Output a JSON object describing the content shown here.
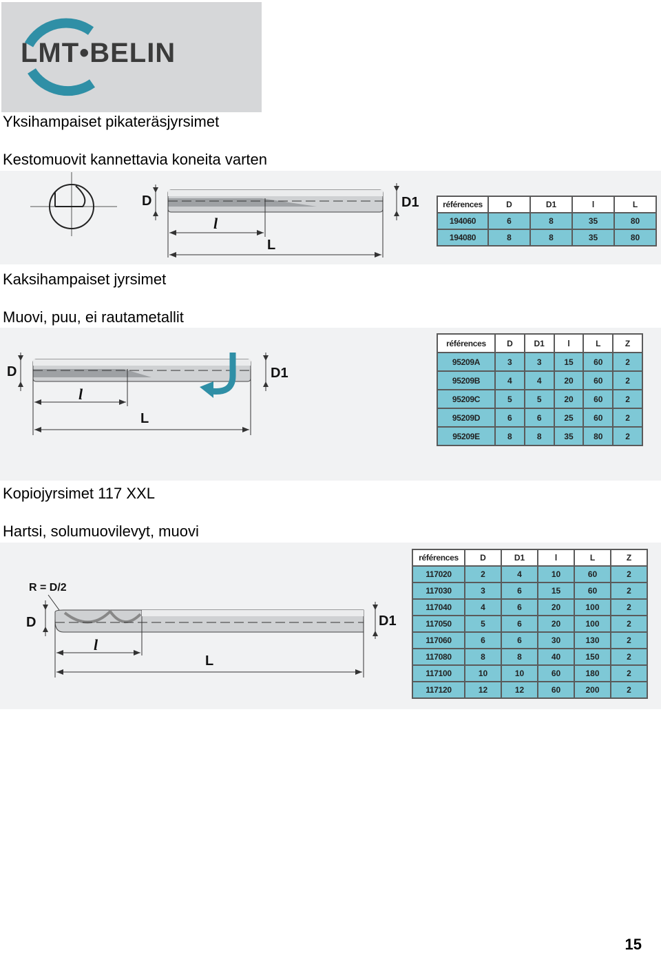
{
  "logo": {
    "text": "LMT•BELIN",
    "icon": "lmt-belin-arc-logo"
  },
  "sections": [
    {
      "title": "Yksihampaiset pikateräsjyrsimet",
      "subtitle": "Kestomuovit kannettavia koneita varten",
      "labels": {
        "D": "D",
        "D1": "D1",
        "l": "l",
        "L": "L"
      },
      "table": {
        "headers": [
          "références",
          "D",
          "D1",
          "l",
          "L"
        ],
        "rows": [
          [
            "194060",
            "6",
            "8",
            "35",
            "80"
          ],
          [
            "194080",
            "8",
            "8",
            "35",
            "80"
          ]
        ]
      }
    },
    {
      "title": "Kaksihampaiset jyrsimet",
      "subtitle": "Muovi, puu, ei rautametallit",
      "labels": {
        "D": "D",
        "D1": "D1",
        "l": "l",
        "L": "L"
      },
      "table": {
        "headers": [
          "références",
          "D",
          "D1",
          "l",
          "L",
          "Z"
        ],
        "rows": [
          [
            "95209A",
            "3",
            "3",
            "15",
            "60",
            "2"
          ],
          [
            "95209B",
            "4",
            "4",
            "20",
            "60",
            "2"
          ],
          [
            "95209C",
            "5",
            "5",
            "20",
            "60",
            "2"
          ],
          [
            "95209D",
            "6",
            "6",
            "25",
            "60",
            "2"
          ],
          [
            "95209E",
            "8",
            "8",
            "35",
            "80",
            "2"
          ]
        ]
      }
    },
    {
      "title": "Kopiojyrsimet 117 XXL",
      "subtitle": "Hartsi, solumuovilevyt, muovi",
      "labels": {
        "R": "R = D/2",
        "D": "D",
        "D1": "D1",
        "l": "l",
        "L": "L"
      },
      "table": {
        "headers": [
          "références",
          "D",
          "D1",
          "l",
          "L",
          "Z"
        ],
        "rows": [
          [
            "117020",
            "2",
            "4",
            "10",
            "60",
            "2"
          ],
          [
            "117030",
            "3",
            "6",
            "15",
            "60",
            "2"
          ],
          [
            "117040",
            "4",
            "6",
            "20",
            "100",
            "2"
          ],
          [
            "117050",
            "5",
            "6",
            "20",
            "100",
            "2"
          ],
          [
            "117060",
            "6",
            "6",
            "30",
            "130",
            "2"
          ],
          [
            "117080",
            "8",
            "8",
            "40",
            "150",
            "2"
          ],
          [
            "117100",
            "10",
            "10",
            "60",
            "180",
            "2"
          ],
          [
            "117120",
            "12",
            "12",
            "60",
            "200",
            "2"
          ]
        ]
      }
    }
  ],
  "page_number": "15",
  "colors": {
    "table_cell": "#7ec8d6",
    "logo_bg": "#d6d7d9",
    "logo_blue": "#2f8fa6"
  }
}
